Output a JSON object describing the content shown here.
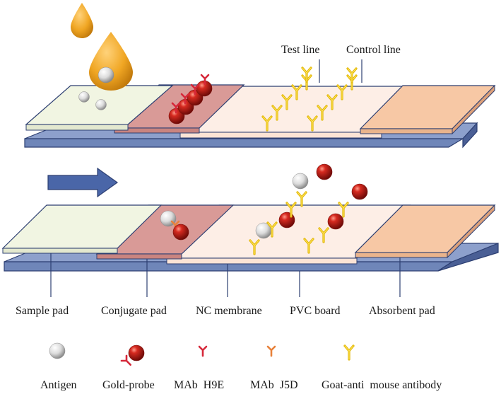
{
  "top_labels": {
    "test_line": "Test line",
    "control_line": "Control line"
  },
  "component_labels": {
    "sample_pad": "Sample pad",
    "conjugate_pad": "Conjugate pad",
    "nc_membrane": "NC membrane",
    "pvc_board": "PVC board",
    "absorbent_pad": "Absorbent pad"
  },
  "legend": {
    "antigen": "Antigen",
    "gold_probe": "Gold-probe",
    "mab_h9e": "MAb  H9E",
    "mab_j5d": "MAb  J5D",
    "goat_anti": "Goat-anti  mouse antibody"
  },
  "colors": {
    "sample_pad": "#f1f5e2",
    "conjugate_pad": "#d99a97",
    "nc_membrane": "#fdeee6",
    "absorbent_pad": "#f7c8a5",
    "pvc_board": "#6f86b9",
    "outline": "#2d3f72",
    "gold_probe": "#c0201c",
    "antigen": "#d8d8d8",
    "mab_h9e": "#d6283a",
    "mab_j5d": "#e8813a",
    "goat_anti": "#f2cc1e",
    "drop": "#f0a623",
    "arrow": "#4a66a8"
  }
}
